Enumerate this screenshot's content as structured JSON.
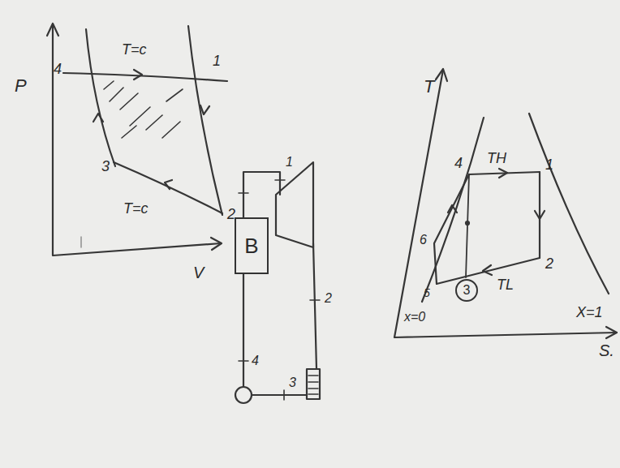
{
  "diagram": {
    "nodes": [
      {
        "text": [
          "B"
        ]
      },
      {
        "text": [
          "3"
        ]
      }
    ],
    "labels": [
      "P",
      "V",
      "T=c",
      "4",
      "1",
      "3",
      "2",
      "T=c",
      "T",
      "S.",
      "TH",
      "4",
      "1",
      "2",
      "TL",
      "6",
      "5",
      "x=0",
      "X=1",
      "1",
      "2",
      "3",
      "4"
    ]
  }
}
